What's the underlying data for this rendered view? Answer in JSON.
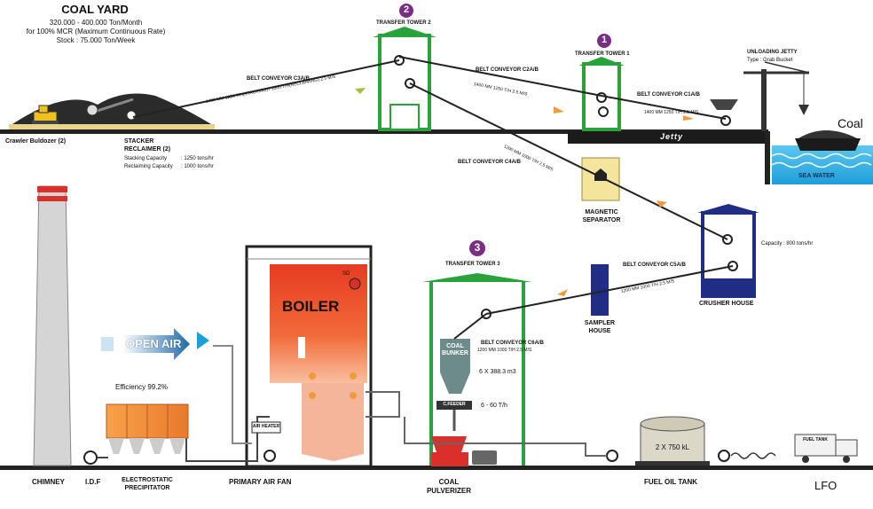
{
  "coal_yard": {
    "title": "COAL YARD",
    "line1": "320.000 - 400.000 Ton/Month",
    "line2": "for 100% MCR (Maximum Continuous Rate)",
    "line3": "Stock : 75.000 Ton/Week"
  },
  "crawler_bulldozer": "Crawler Buldozer (2)",
  "stacker": {
    "title1": "STACKER",
    "title2": "RECLAIMER (2)",
    "stacking_label": "Stacking Capacity",
    "stacking_value": ": 1250 tons/hr",
    "reclaiming_label": "Reclaiming Capacity",
    "reclaiming_value": ": 1000 tons/hr"
  },
  "belt_c3": {
    "name": "BELT CONVEYOR C3A/B",
    "spec": "1400 MM 1250 T/H(STACKING) / 1000 T/H(RECLAIMING) 2.5 M/S"
  },
  "transfer_tower_2": {
    "number": "2",
    "name": "TRANSFER TOWER 2"
  },
  "belt_c2": {
    "name": "BELT CONVEYOR C2A/B",
    "spec": "1400 MM 1250 T/H 2.5 M/S"
  },
  "transfer_tower_1": {
    "number": "1",
    "name": "TRANSFER TOWER 1"
  },
  "belt_c1": {
    "name": "BELT CONVEYOR C1A/B",
    "spec": "1400 MM 1250 T/H 2.5 M/S"
  },
  "unloading_jetty": {
    "name": "UNLOADING JETTY",
    "type": "Type : Grab Bucket"
  },
  "coal_label": "Coal",
  "jetty_label": "Jetty",
  "sea_water": "SEA WATER",
  "belt_c4": {
    "name": "BELT CONVEYOR C4A/B",
    "spec": "1200 MM 1000 T/H 2.5 M/S"
  },
  "magnetic_separator": {
    "line1": "MAGNETIC",
    "line2": "SEPARATOR"
  },
  "crusher_house": {
    "name": "CRUSHER HOUSE",
    "capacity": "Capacity : 800 tons/hr"
  },
  "belt_c5": {
    "name": "BELT CONVEYOR C5A/B",
    "spec": "1200 MM 1000 T/H 2.5 M/S"
  },
  "sampler_house": {
    "line1": "SAMPLER",
    "line2": "HOUSE"
  },
  "transfer_tower_3": {
    "number": "3",
    "name": "TRANSFER TOWER 3"
  },
  "belt_c6": {
    "name": "BELT CONVEYOR C6A/B",
    "spec": "1200 MM 1000 T/H 2.5 M/S"
  },
  "coal_bunker": {
    "line1": "COAL",
    "line2": "BUNKER",
    "volume": "6 X 388.3 m3"
  },
  "feeder": {
    "label": "C.FEEDER",
    "rate": "6 - 60 T/h"
  },
  "boiler": {
    "name": "BOILER",
    "sd": "SD",
    "air_heater": "AIR HEATER"
  },
  "open_air": "OPEN AIR",
  "efficiency": "Efficiency 99.2%",
  "chimney": "CHIMNEY",
  "idf": "I.D.F",
  "esp": {
    "line1": "ELECTROSTATIC",
    "line2": "PRECIPITATOR"
  },
  "primary_air_fan": "PRIMARY AIR FAN",
  "coal_pulverizer": {
    "line1": "COAL",
    "line2": "PULVERIZER"
  },
  "fuel_oil_tank": {
    "name": "FUEL OIL TANK",
    "capacity": "2 X 750 kL"
  },
  "truck_label": "FUEL TANK",
  "lfo": "LFO",
  "colors": {
    "green": "#2aa23a",
    "navy": "#1f2d84",
    "boiler_red": "#e8402a",
    "orange": "#f08a3c",
    "sea": "#2fb6e6",
    "yellow": "#f3e59b",
    "purple": "#7b2d83"
  }
}
